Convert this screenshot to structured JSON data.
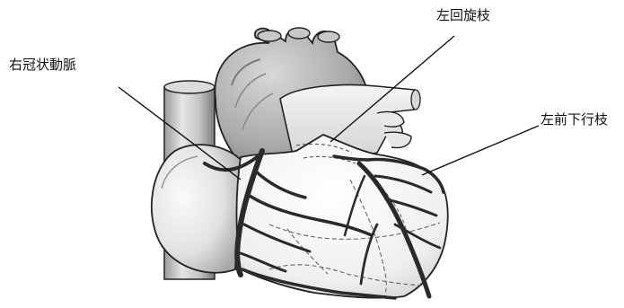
{
  "labels": {
    "right_coronary_artery": "右冠状動脈",
    "left_circumflex_branch": "左回旋枝",
    "left_anterior_descending": "左前下行枝"
  },
  "colors": {
    "background": "#ffffff",
    "outline": "#222222",
    "vessel": "#2a2a2a",
    "leader_line": "#111111"
  }
}
